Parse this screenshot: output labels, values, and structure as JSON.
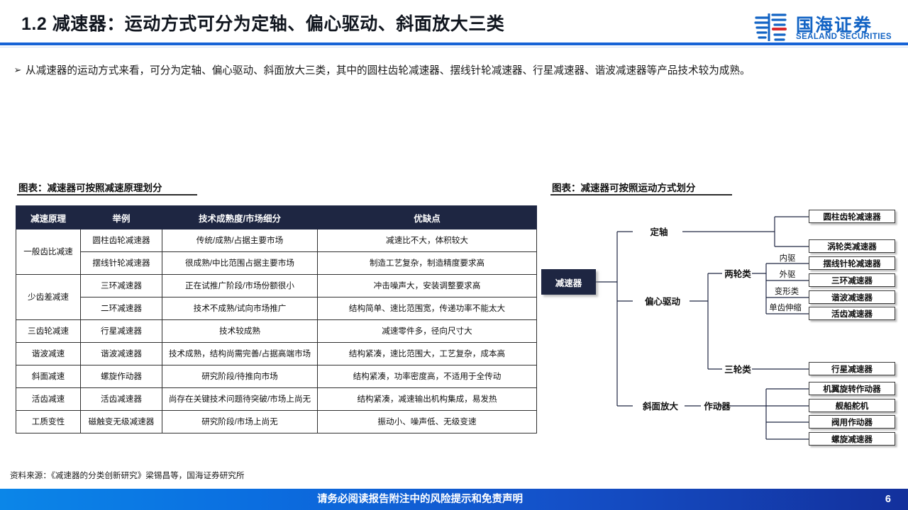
{
  "header": {
    "title": "1.2 减速器：运动方式可分为定轴、偏心驱动、斜面放大三类",
    "logo_cn": "国海证券",
    "logo_en": "SEALAND SECURITIES",
    "accent_blue": "#1663d6",
    "logo_blue": "#1263c4",
    "logo_red": "#d9262b"
  },
  "bullet": {
    "marker": "➢",
    "text": "从减速器的运动方式来看，可分为定轴、偏心驱动、斜面放大三类，其中的圆柱齿轮减速器、摆线针轮减速器、行星减速器、谐波减速器等产品技术较为成熟。"
  },
  "left_panel": {
    "caption": "图表：减速器可按照减速原理划分",
    "table": {
      "headers": [
        "减速原理",
        "举例",
        "技术成熟度/市场细分",
        "优缺点"
      ],
      "header_bg": "#1e2642",
      "rows": [
        {
          "principle": "一般齿比减速",
          "rowspan": 2,
          "example": "圆柱齿轮减速器",
          "maturity": "传统/成熟/占据主要市场",
          "proscons": "减速比不大，体积较大"
        },
        {
          "principle": "",
          "rowspan": 0,
          "example": "摆线针轮减速器",
          "maturity": "很成熟/中比范围占据主要市场",
          "proscons": "制造工艺复杂，制造精度要求高"
        },
        {
          "principle": "少齿差减速",
          "rowspan": 2,
          "example": "三环减速器",
          "maturity": "正在试推广阶段/市场份额很小",
          "proscons": "冲击噪声大，安装调整要求高"
        },
        {
          "principle": "",
          "rowspan": 0,
          "example": "二环减速器",
          "maturity": "技术不成熟/试向市场推广",
          "proscons": "结构简单、速比范围宽，传递功率不能太大"
        },
        {
          "principle": "三齿轮减速",
          "rowspan": 1,
          "example": "行星减速器",
          "maturity": "技术较成熟",
          "proscons": "减速零件多，径向尺寸大"
        },
        {
          "principle": "谐波减速",
          "rowspan": 1,
          "example": "谐波减速器",
          "maturity": "技术成熟，结构尚需完善/占据高端市场",
          "proscons": "结构紧凑，速比范围大，工艺复杂，成本高"
        },
        {
          "principle": "斜面减速",
          "rowspan": 1,
          "example": "螺旋作动器",
          "maturity": "研究阶段/待推向市场",
          "proscons": "结构紧凑，功率密度高，不适用于全传动"
        },
        {
          "principle": "活齿减速",
          "rowspan": 1,
          "example": "活齿减速器",
          "maturity": "尚存在关键技术问题待突破/市场上尚无",
          "proscons": "结构紧凑，减速输出机构集成，易发热"
        },
        {
          "principle": "工质变性",
          "rowspan": 1,
          "example": "磁触变无级减速器",
          "maturity": "研究阶段/市场上尚无",
          "proscons": "振动小、噪声低、无级变速"
        }
      ]
    }
  },
  "right_panel": {
    "caption": "图表：减速器可按照运动方式划分",
    "tree": {
      "root": "减速器",
      "branches": [
        {
          "label": "定轴",
          "leaves": [
            "圆柱齿轮减速器",
            "涡轮类减速器"
          ]
        },
        {
          "label": "偏心驱动",
          "groups": [
            {
              "label": "两轮类",
              "sublabels": [
                "内驱",
                "外驱",
                "变形类",
                "单齿伸缩"
              ],
              "leaves": [
                "摆线针轮减速器",
                "三环减速器",
                "谐波减速器",
                "活齿减速器"
              ]
            },
            {
              "label": "三轮类",
              "sublabels": [],
              "leaves": [
                "行星减速器"
              ]
            }
          ]
        },
        {
          "label": "斜面放大",
          "groups": [
            {
              "label": "作动器",
              "sublabels": [],
              "leaves": [
                "机翼旋转作动器",
                "舰船舵机",
                "阀用作动器",
                "螺旋减速器"
              ]
            }
          ]
        }
      ]
    }
  },
  "footer": {
    "source": "资料来源：《减速器的分类创新研究》梁锡昌等，国海证券研究所",
    "disclaimer": "请务必阅读报告附注中的风险提示和免责声明",
    "page_number": "6"
  }
}
